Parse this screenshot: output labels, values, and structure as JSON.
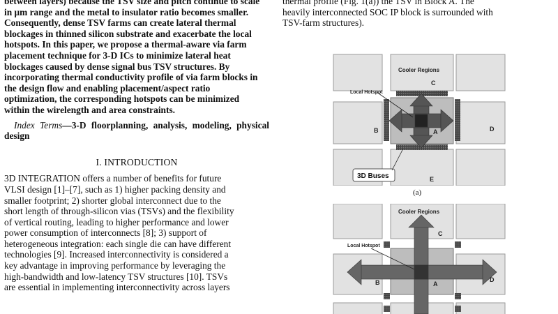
{
  "left": {
    "abstract_lines": [
      "between layers) because the TSV size and pitch continue to scale",
      "in μm range and the metal to insulator ratio becomes smaller.",
      "Consequently, dense TSV farms can create lateral thermal",
      "blockages in thinned silicon substrate and exacerbate the local",
      "hotspots. In this paper, we propose a thermal-aware via farm",
      "placement technique for 3-D ICs to minimize lateral heat",
      "blockages caused by dense signal bus TSV structures. By",
      "incorporating thermal conductivity profile of via farm blocks in",
      "the design flow and enabling placement/aspect ratio",
      "optimization, the corresponding hotspots can be minimized",
      "within the wirelength and area constraints."
    ],
    "index_label": "Index Terms",
    "index_terms": "—3-D floorplanning, analysis, modeling, physical design",
    "section_title": "I.  INTRODUCTION",
    "intro_lines": [
      "3D INTEGRATION offers a number of benefits for future",
      "VLSI design [1]–[7], such as 1) higher packing density and",
      "smaller footprint; 2) shorter global interconnect due to the",
      "short length of through-silicon vias (TSVs) and the flexibility",
      "of vertical routing, leading to higher performance and lower",
      "power consumption of interconnects [8]; 3) support of",
      "heterogeneous integration: each single die can have different",
      "technologies [9]. Increased interconnectivity is considered a",
      "key advantage in improving performance by leveraging the",
      "high-bandwidth and low-latency TSV structures [10]. TSVs",
      "are essential in implementing interconnectivity across layers"
    ]
  },
  "right": {
    "top_lines": [
      "thermal profile (Fig. 1(a)) the TSV in Block A. The",
      "heavily interconnected SOC IP block is surrounded with",
      "TSV-farm structures)."
    ]
  },
  "figure_a": {
    "cooler_regions": "Cooler Regions",
    "local_hotspot": "Local Hotspot",
    "bus_label": "3D Buses",
    "blocks": [
      "A",
      "B",
      "C",
      "D",
      "E"
    ],
    "caption": "(a)"
  },
  "figure_b": {
    "cooler_regions": "Cooler Regions",
    "local_hotspot": "Local Hotspot",
    "blocks": [
      "A",
      "B",
      "C",
      "D"
    ]
  }
}
